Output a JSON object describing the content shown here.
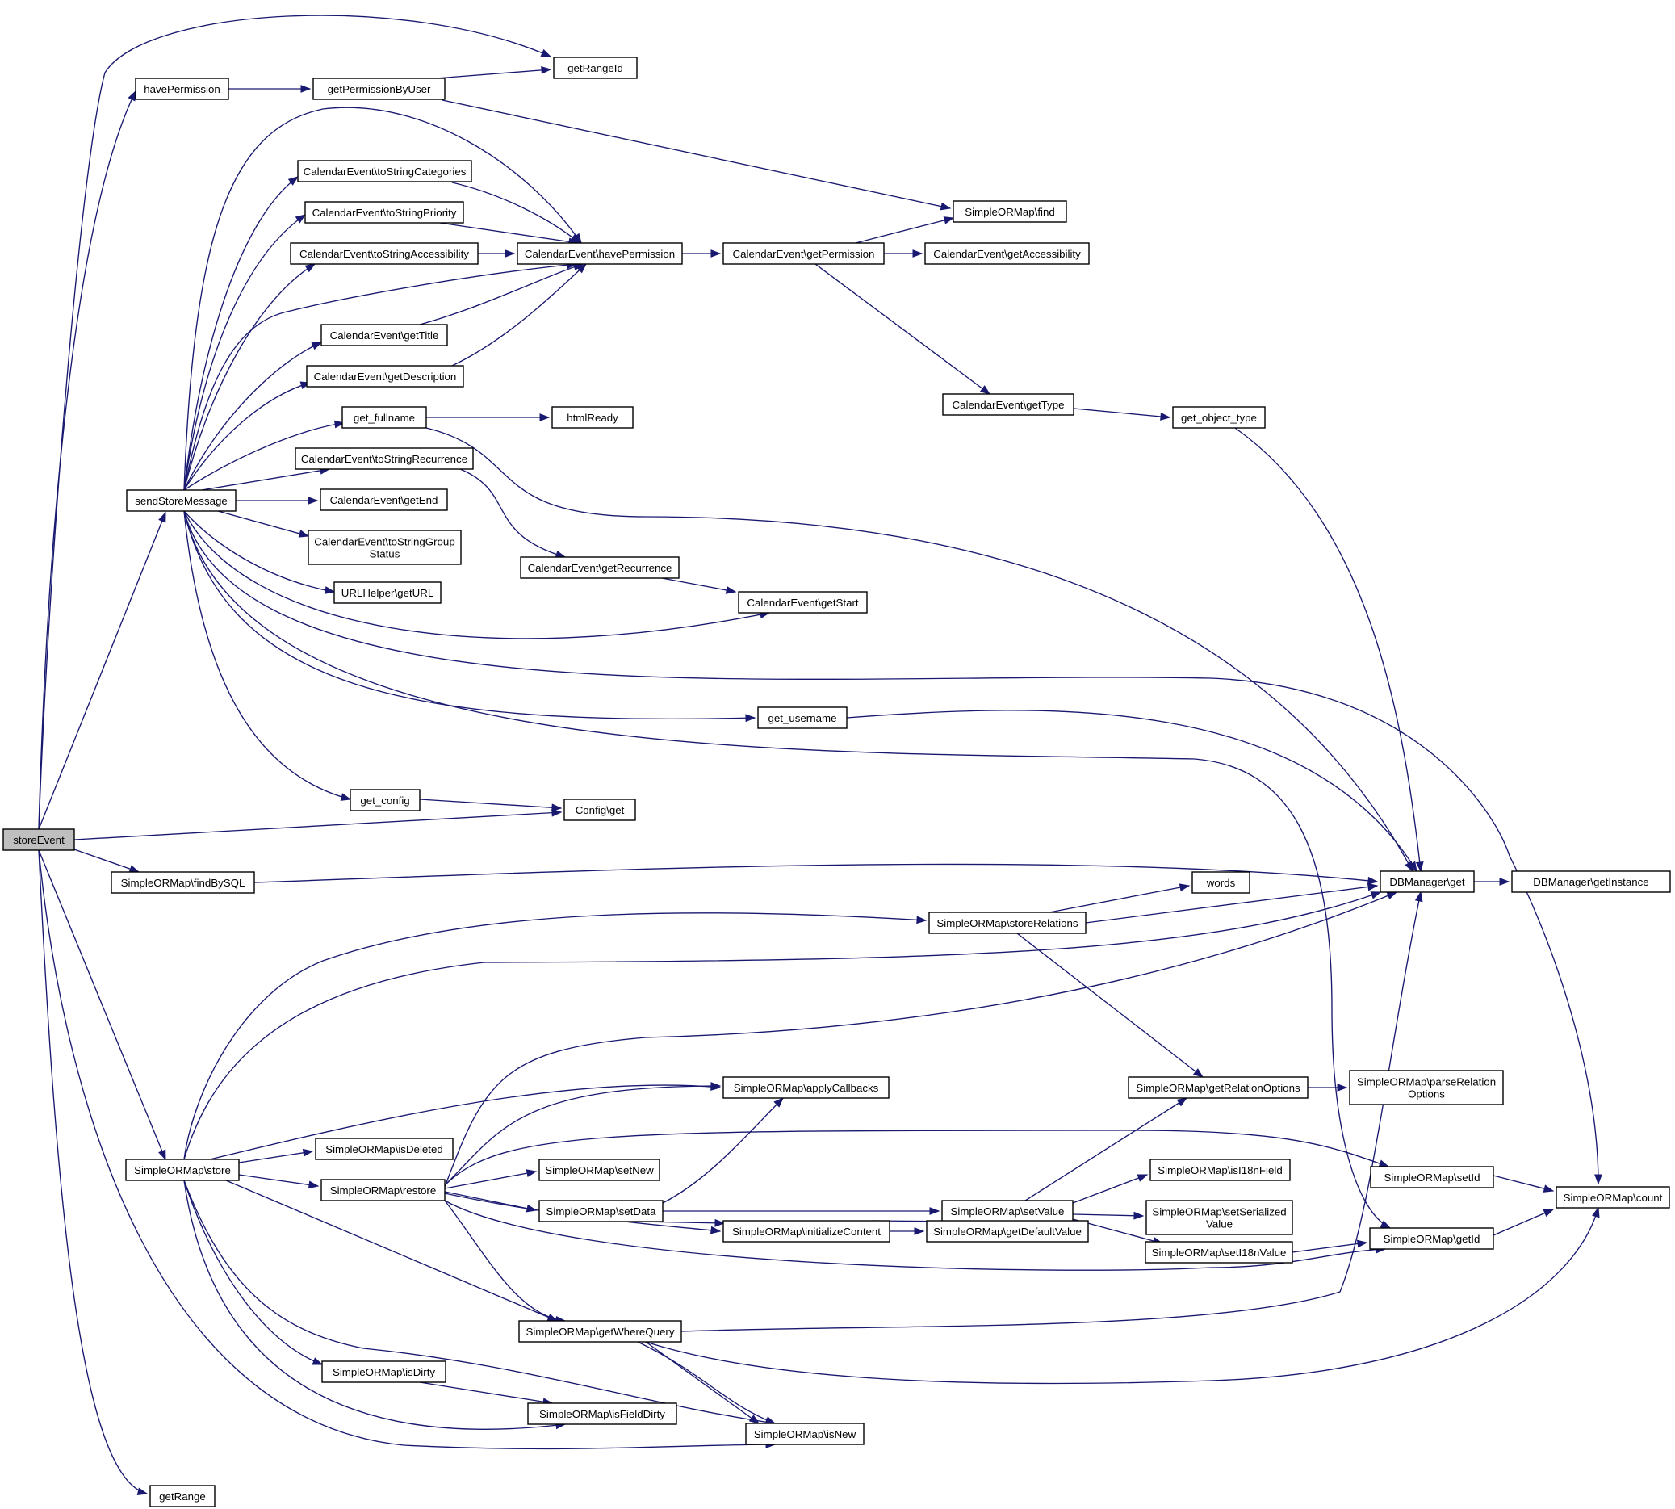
{
  "graph": {
    "nodes": [
      {
        "id": "storeEvent",
        "lines": [
          "storeEvent"
        ]
      },
      {
        "id": "havePermission",
        "lines": [
          "havePermission"
        ]
      },
      {
        "id": "getPermissionByUser",
        "lines": [
          "getPermissionByUser"
        ]
      },
      {
        "id": "getRangeId",
        "lines": [
          "getRangeId"
        ]
      },
      {
        "id": "sendStoreMessage",
        "lines": [
          "sendStoreMessage"
        ]
      },
      {
        "id": "toStringCategories",
        "lines": [
          "CalendarEvent\\toStringCategories"
        ]
      },
      {
        "id": "toStringPriority",
        "lines": [
          "CalendarEvent\\toStringPriority"
        ]
      },
      {
        "id": "toStringAccessibility",
        "lines": [
          "CalendarEvent\\toStringAccessibility"
        ]
      },
      {
        "id": "ceHavePermission",
        "lines": [
          "CalendarEvent\\havePermission"
        ]
      },
      {
        "id": "getTitle",
        "lines": [
          "CalendarEvent\\getTitle"
        ]
      },
      {
        "id": "getDescription",
        "lines": [
          "CalendarEvent\\getDescription"
        ]
      },
      {
        "id": "get_fullname",
        "lines": [
          "get_fullname"
        ]
      },
      {
        "id": "htmlReady",
        "lines": [
          "htmlReady"
        ]
      },
      {
        "id": "toStringRecurrence",
        "lines": [
          "CalendarEvent\\toStringRecurrence"
        ]
      },
      {
        "id": "getEnd",
        "lines": [
          "CalendarEvent\\getEnd"
        ]
      },
      {
        "id": "toStringGroupStatus",
        "lines": [
          "CalendarEvent\\toStringGroup",
          "Status"
        ]
      },
      {
        "id": "getURL",
        "lines": [
          "URLHelper\\getURL"
        ]
      },
      {
        "id": "getRecurrence",
        "lines": [
          "CalendarEvent\\getRecurrence"
        ]
      },
      {
        "id": "getStart",
        "lines": [
          "CalendarEvent\\getStart"
        ]
      },
      {
        "id": "get_username",
        "lines": [
          "get_username"
        ]
      },
      {
        "id": "get_config",
        "lines": [
          "get_config"
        ]
      },
      {
        "id": "configGet",
        "lines": [
          "Config\\get"
        ]
      },
      {
        "id": "find",
        "lines": [
          "SimpleORMap\\find"
        ]
      },
      {
        "id": "getPermission",
        "lines": [
          "CalendarEvent\\getPermission"
        ]
      },
      {
        "id": "getAccessibility",
        "lines": [
          "CalendarEvent\\getAccessibility"
        ]
      },
      {
        "id": "getType",
        "lines": [
          "CalendarEvent\\getType"
        ]
      },
      {
        "id": "get_object_type",
        "lines": [
          "get_object_type"
        ]
      },
      {
        "id": "findBySQL",
        "lines": [
          "SimpleORMap\\findBySQL"
        ]
      },
      {
        "id": "dbGet",
        "lines": [
          "DBManager\\get"
        ]
      },
      {
        "id": "dbGetInstance",
        "lines": [
          "DBManager\\getInstance"
        ]
      },
      {
        "id": "storeRelations",
        "lines": [
          "SimpleORMap\\storeRelations"
        ]
      },
      {
        "id": "words",
        "lines": [
          "words"
        ]
      },
      {
        "id": "store",
        "lines": [
          "SimpleORMap\\store"
        ]
      },
      {
        "id": "applyCallbacks",
        "lines": [
          "SimpleORMap\\applyCallbacks"
        ]
      },
      {
        "id": "getRelationOptions",
        "lines": [
          "SimpleORMap\\getRelationOptions"
        ]
      },
      {
        "id": "parseRelationOptions",
        "lines": [
          "SimpleORMap\\parseRelation",
          "Options"
        ]
      },
      {
        "id": "isDeleted",
        "lines": [
          "SimpleORMap\\isDeleted"
        ]
      },
      {
        "id": "restore",
        "lines": [
          "SimpleORMap\\restore"
        ]
      },
      {
        "id": "setNew",
        "lines": [
          "SimpleORMap\\setNew"
        ]
      },
      {
        "id": "isI18nField",
        "lines": [
          "SimpleORMap\\isI18nField"
        ]
      },
      {
        "id": "setId",
        "lines": [
          "SimpleORMap\\setId"
        ]
      },
      {
        "id": "count",
        "lines": [
          "SimpleORMap\\count"
        ]
      },
      {
        "id": "setData",
        "lines": [
          "SimpleORMap\\setData"
        ]
      },
      {
        "id": "setValue",
        "lines": [
          "SimpleORMap\\setValue"
        ]
      },
      {
        "id": "setSerializedValue",
        "lines": [
          "SimpleORMap\\setSerialized",
          "Value"
        ]
      },
      {
        "id": "initializeContent",
        "lines": [
          "SimpleORMap\\initializeContent"
        ]
      },
      {
        "id": "getDefaultValue",
        "lines": [
          "SimpleORMap\\getDefaultValue"
        ]
      },
      {
        "id": "setI18nValue",
        "lines": [
          "SimpleORMap\\setI18nValue"
        ]
      },
      {
        "id": "getId",
        "lines": [
          "SimpleORMap\\getId"
        ]
      },
      {
        "id": "getWhereQuery",
        "lines": [
          "SimpleORMap\\getWhereQuery"
        ]
      },
      {
        "id": "isDirty",
        "lines": [
          "SimpleORMap\\isDirty"
        ]
      },
      {
        "id": "isFieldDirty",
        "lines": [
          "SimpleORMap\\isFieldDirty"
        ]
      },
      {
        "id": "isNew",
        "lines": [
          "SimpleORMap\\isNew"
        ]
      },
      {
        "id": "getRange",
        "lines": [
          "getRange"
        ]
      }
    ]
  }
}
